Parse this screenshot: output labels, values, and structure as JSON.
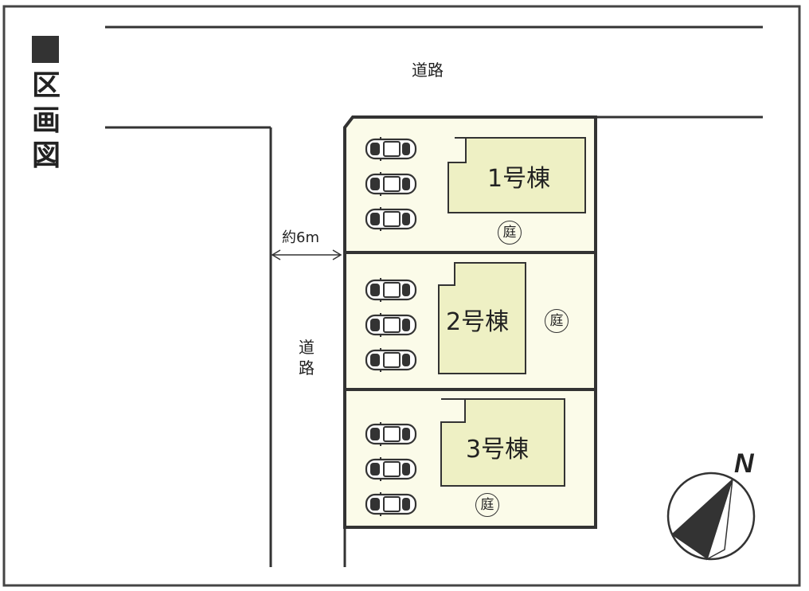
{
  "title": {
    "marker": "■",
    "chars": [
      "区",
      "画",
      "図"
    ]
  },
  "roads": {
    "top_label": "道路",
    "left_label_chars": [
      "道",
      "路"
    ],
    "width_label": "約6m"
  },
  "lots": [
    {
      "building": "1号棟",
      "garden": "庭",
      "parking_spaces": 3
    },
    {
      "building": "2号棟",
      "garden": "庭",
      "parking_spaces": 3
    },
    {
      "building": "3号棟",
      "garden": "庭",
      "parking_spaces": 3
    }
  ],
  "compass": {
    "label": "N"
  },
  "colors": {
    "lot_fill": "#fbfbe9",
    "building_fill": "#eef0c4",
    "line": "#333333",
    "compass_fill": "#333333"
  }
}
